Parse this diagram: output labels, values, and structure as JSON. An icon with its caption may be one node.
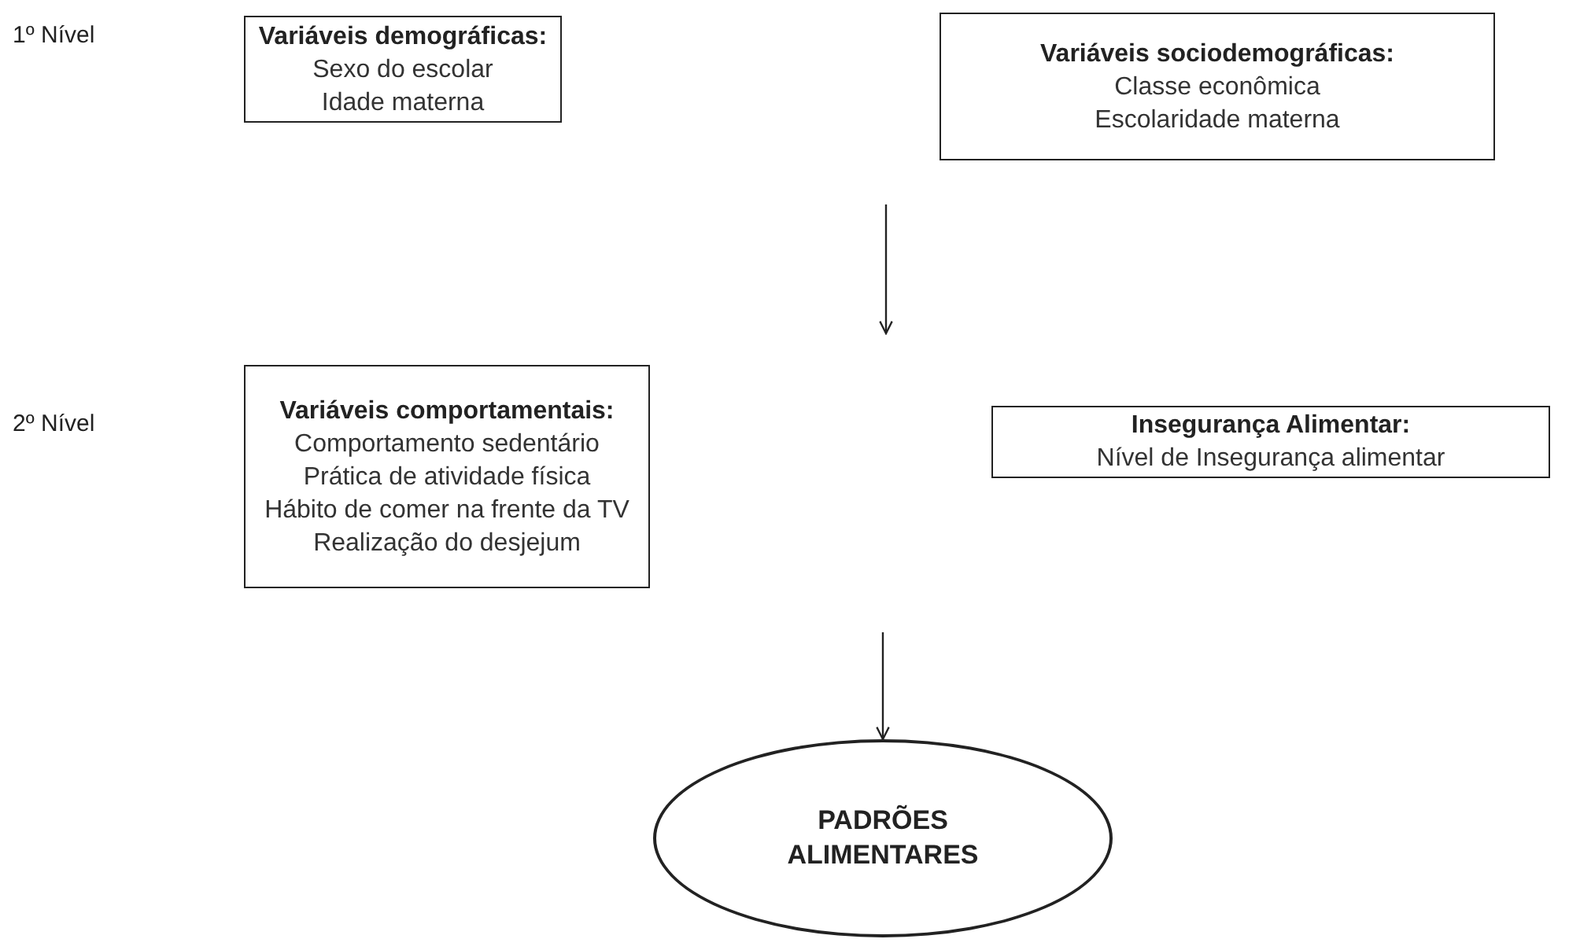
{
  "diagram": {
    "nodes": [
      {
        "text": [
          "Variáveis demográficas:",
          "Sexo do escolar",
          "Idade materna"
        ]
      },
      {
        "text": [
          "Variáveis sociodemográficas:",
          "Classe econômica",
          "Escolaridade materna"
        ]
      },
      {
        "text": [
          "Variáveis comportamentais:",
          "Comportamento sedentário",
          "Prática de atividade física",
          "Hábito de comer na frente da TV",
          "Realização do desjejum"
        ]
      },
      {
        "text": [
          "Insegurança Alimentar:",
          "Nível de Insegurança alimentar"
        ]
      },
      {
        "text": [
          "PADRÕES ALIMENTARES"
        ]
      }
    ],
    "edges": [
      {
        "from": null,
        "to": 4,
        "arrow": "to"
      }
    ],
    "labels": [
      "1º Nível",
      "2º Nível"
    ]
  }
}
